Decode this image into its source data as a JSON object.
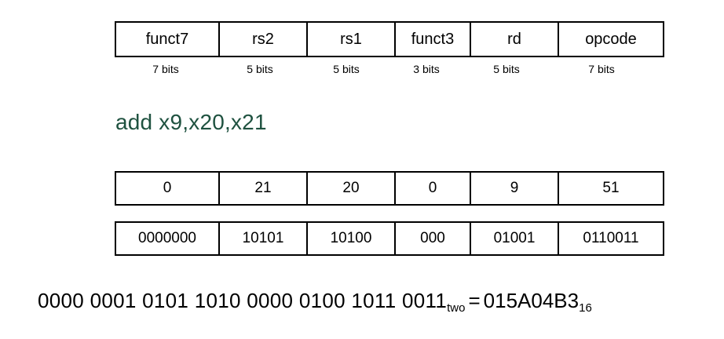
{
  "figure": {
    "title": "RISC-V R-type instruction encoding for add x9,x20,x21",
    "accent_green": "#1f5240",
    "border_color": "#000000",
    "background": "#ffffff"
  },
  "fields_row": {
    "name": "instruction-field-names",
    "cells": [
      {
        "label": "funct7"
      },
      {
        "label": "rs2"
      },
      {
        "label": "rs1"
      },
      {
        "label": "funct3"
      },
      {
        "label": "rd"
      },
      {
        "label": "opcode"
      }
    ]
  },
  "bit_widths_row": {
    "name": "instruction-field-bit-widths",
    "cells": [
      {
        "label": "7 bits"
      },
      {
        "label": "5 bits"
      },
      {
        "label": "5 bits"
      },
      {
        "label": "3 bits"
      },
      {
        "label": "5 bits"
      },
      {
        "label": "7 bits"
      }
    ]
  },
  "instruction": {
    "text": "add x9,x20,x21",
    "color": "#1f5240"
  },
  "decimal_row": {
    "name": "instruction-field-decimal-values",
    "cells": [
      {
        "label": "0"
      },
      {
        "label": "21"
      },
      {
        "label": "20"
      },
      {
        "label": "0"
      },
      {
        "label": "9"
      },
      {
        "label": "51"
      }
    ]
  },
  "binary_row": {
    "name": "instruction-field-binary-values",
    "cells": [
      {
        "label": "0000000"
      },
      {
        "label": "10101"
      },
      {
        "label": "10100"
      },
      {
        "label": "000"
      },
      {
        "label": "01001"
      },
      {
        "label": "0110011"
      }
    ]
  },
  "conversion": {
    "binary_value": "0000 0001 0101 1010 0000 0100 1011 0011",
    "binary_subscript": "two",
    "equals": "=",
    "hex_value": "015A04B3",
    "hex_subscript": "16"
  }
}
